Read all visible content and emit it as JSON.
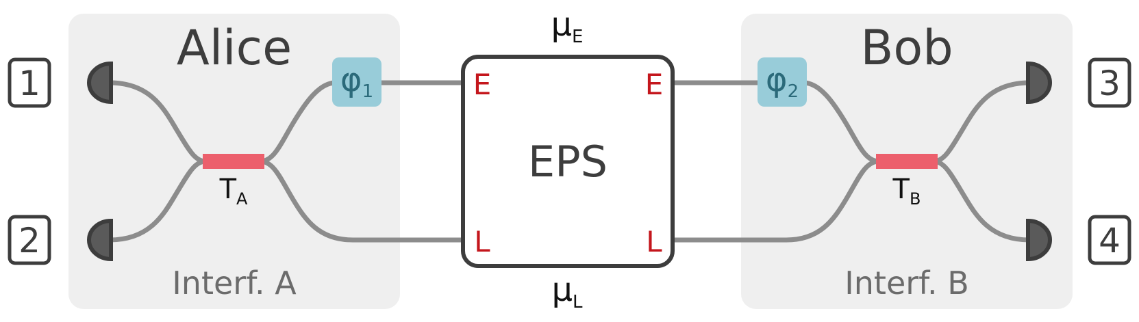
{
  "alice": {
    "title": "Alice",
    "caption": "Interf. A",
    "beam_splitter": {
      "symbol": "T",
      "sub": "A"
    },
    "phase": {
      "symbol": "φ",
      "sub": "1"
    }
  },
  "bob": {
    "title": "Bob",
    "caption": "Interf. B",
    "beam_splitter": {
      "symbol": "T",
      "sub": "B"
    },
    "phase": {
      "symbol": "φ",
      "sub": "2"
    }
  },
  "eps": {
    "label": "EPS",
    "port_early": "E",
    "port_late": "L",
    "mu_top": {
      "symbol": "μ",
      "sub": "E"
    },
    "mu_bottom": {
      "symbol": "μ",
      "sub": "L"
    }
  },
  "outputs": [
    "1",
    "2",
    "3",
    "4"
  ],
  "colors": {
    "panel": "#efefef",
    "fiber": "#8c8c8c",
    "beam_splitter": "#ec5f6c",
    "phase": "#98ccd9",
    "port_label": "#c4161c",
    "dark": "#3d3d3d"
  }
}
